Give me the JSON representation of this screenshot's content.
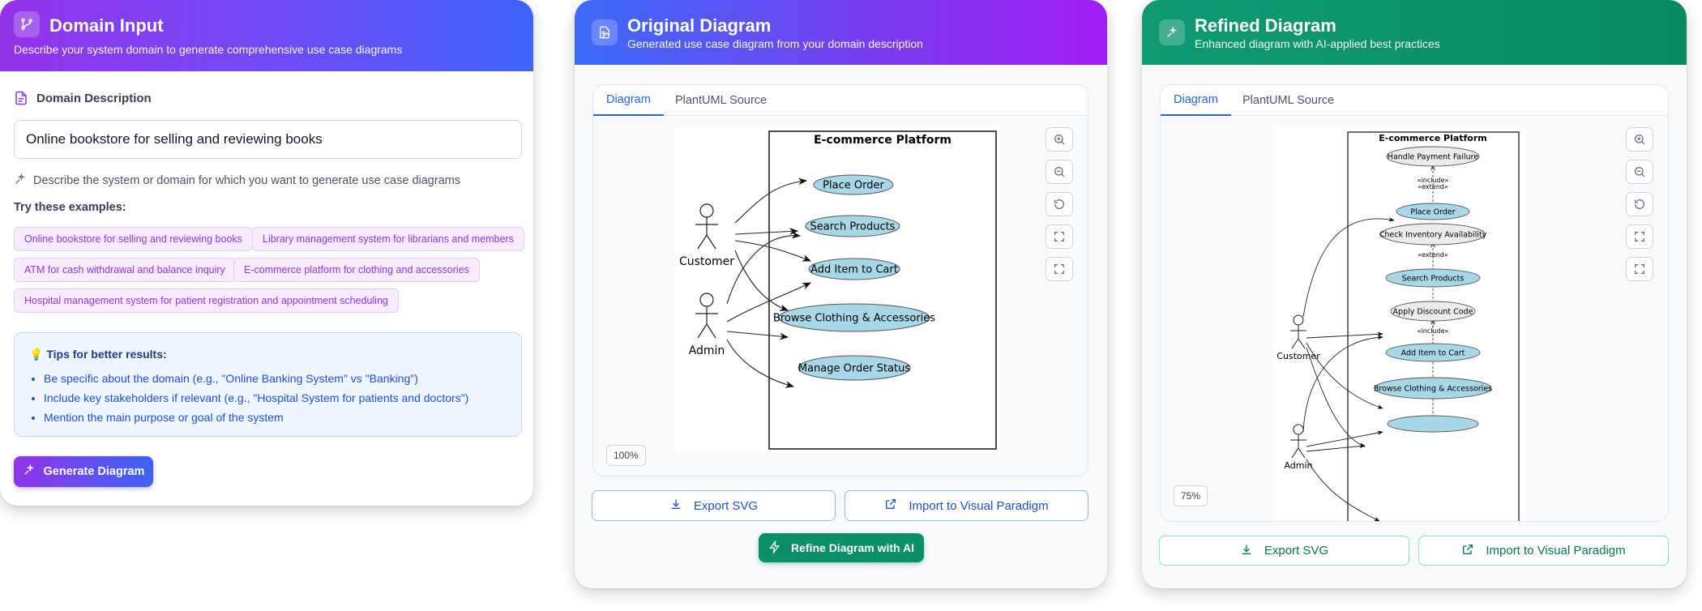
{
  "domain_input": {
    "title": "Domain Input",
    "subtitle": "Describe your system domain to generate comprehensive use case diagrams",
    "field_label": "Domain Description",
    "field_value": "Online bookstore for selling and reviewing books",
    "hint": "Describe the system or domain for which you want to generate use case diagrams",
    "examples_label": "Try these examples:",
    "examples": [
      "Online bookstore for selling and reviewing books",
      "Library management system for librarians and members",
      "ATM for cash withdrawal and balance inquiry",
      "E-commerce platform for clothing and accessories",
      "Hospital management system for patient registration and appointment scheduling"
    ],
    "tips_title": "Tips for better results:",
    "tips": [
      "Be specific about the domain (e.g., \"Online Banking System\" vs \"Banking\")",
      "Include key stakeholders if relevant (e.g., \"Hospital System for patients and doctors\")",
      "Mention the main purpose or goal of the system"
    ],
    "generate_label": "Generate Diagram"
  },
  "original": {
    "title": "Original Diagram",
    "subtitle": "Generated use case diagram from your domain description",
    "tab_diagram": "Diagram",
    "tab_source": "PlantUML Source",
    "zoom": "100%",
    "export_label": "Export SVG",
    "import_label": "Import to Visual Paradigm",
    "refine_label": "Refine Diagram with AI",
    "diagram": {
      "system": "E-commerce Platform",
      "actors": [
        "Customer",
        "Admin"
      ],
      "use_cases": [
        "Place Order",
        "Search Products",
        "Add Item to Cart",
        "Browse Clothing & Accessories",
        "Manage Order Status"
      ]
    }
  },
  "refined": {
    "title": "Refined Diagram",
    "subtitle": "Enhanced diagram with AI-applied best practices",
    "tab_diagram": "Diagram",
    "tab_source": "PlantUML Source",
    "zoom": "75%",
    "export_label": "Export SVG",
    "import_label": "Import to Visual Paradigm",
    "diagram": {
      "system": "E-commerce Platform",
      "actors": [
        "Customer",
        "Admin"
      ],
      "use_cases": [
        "Handle Payment Failure",
        "Place Order",
        "Check Inventory Availability",
        "Search Products",
        "Apply Discount Code",
        "Add Item to Cart",
        "Browse Clothing & Accessories"
      ],
      "stereotypes": [
        "«include»",
        "«extend»",
        "«extend»",
        "«include»"
      ]
    }
  },
  "colors": {
    "usecase_fill": "#a8d8e8",
    "ext_fill": "#ececec",
    "accent_purple": "#9333ea",
    "accent_blue": "#3b63f6",
    "accent_green": "#0b8f67"
  }
}
